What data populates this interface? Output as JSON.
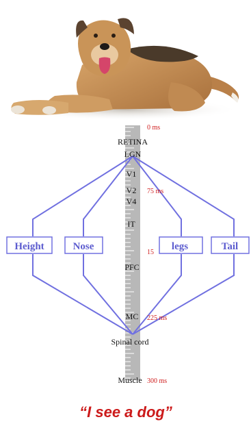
{
  "stages": {
    "retina": "RETINA",
    "lgn": "LGN",
    "v1": "V1",
    "v2": "V2",
    "v4": "V4",
    "it": "IT",
    "pfc": "PFC",
    "mc": "MC",
    "spinal": "Spinal cord",
    "muscle": "Muscle"
  },
  "timings": {
    "t0": "0 ms",
    "t75": "75 ms",
    "t15": "15",
    "t225": "225 ms",
    "t300": "300 ms"
  },
  "features": {
    "height": "Height",
    "nose": "Nose",
    "legs": "legs",
    "tail": "Tail"
  },
  "quote": "“I see a dog”",
  "colors": {
    "path": "#7070e0",
    "feature_text": "#5c5ccf",
    "timing": "#d02020",
    "quote": "#cc1a1a",
    "ruler": "#b8b8b8"
  },
  "icons": [
    "dog-photo"
  ]
}
